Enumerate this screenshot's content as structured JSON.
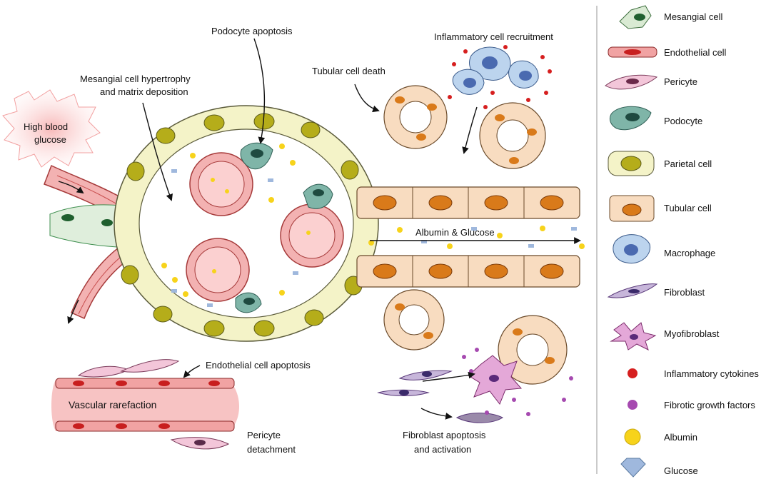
{
  "labels": {
    "podocyte_apoptosis": "Podocyte apoptosis",
    "inflammatory_recruitment": "Inflammatory cell recruitment",
    "tubular_cell_death": "Tubular cell death",
    "mesangial_line1": "Mesangial cell hypertrophy",
    "mesangial_line2": "and matrix deposition",
    "high_blood_line1": "High blood",
    "high_blood_line2": "glucose",
    "albumin_glucose": "Albumin & Glucose",
    "endothelial_apoptosis": "Endothelial cell apoptosis",
    "vascular_rarefaction": "Vascular rarefaction",
    "pericyte_line1": "Pericyte",
    "pericyte_line2": "detachment",
    "fibroblast_line1": "Fibroblast apoptosis",
    "fibroblast_line2": "and activation"
  },
  "legend": [
    {
      "name": "mesangial-cell-icon",
      "label": "Mesangial cell"
    },
    {
      "name": "endothelial-cell-icon",
      "label": "Endothelial cell"
    },
    {
      "name": "pericyte-icon",
      "label": "Pericyte"
    },
    {
      "name": "podocyte-icon",
      "label": "Podocyte"
    },
    {
      "name": "parietal-cell-icon",
      "label": "Parietal cell"
    },
    {
      "name": "tubular-cell-icon",
      "label": "Tubular cell"
    },
    {
      "name": "macrophage-icon",
      "label": "Macrophage"
    },
    {
      "name": "fibroblast-icon",
      "label": "Fibroblast"
    },
    {
      "name": "myofibroblast-icon",
      "label": "Myofibroblast"
    },
    {
      "name": "inflammatory-cytokines-icon",
      "label": "Inflammatory cytokines"
    },
    {
      "name": "fibrotic-growth-factors-icon",
      "label": "Fibrotic growth factors"
    },
    {
      "name": "albumin-icon",
      "label": "Albumin"
    },
    {
      "name": "glucose-icon",
      "label": "Glucose"
    }
  ],
  "colors": {
    "mesangial": "#d9ead3",
    "endothelial": "#f1a3a3",
    "pericyte": "#f3c6d9",
    "podocyte": "#7fb5a8",
    "parietal": "#f4f3c8",
    "tubular": "#f8dcc0",
    "macrophage": "#bcd4ee",
    "fibroblast": "#c7b6da",
    "myofibroblast": "#e4a8d8",
    "cytokine": "#d61f1f",
    "growth_factor": "#a64ab0",
    "albumin": "#f7d31b",
    "glucose": "#9fb8dd"
  }
}
